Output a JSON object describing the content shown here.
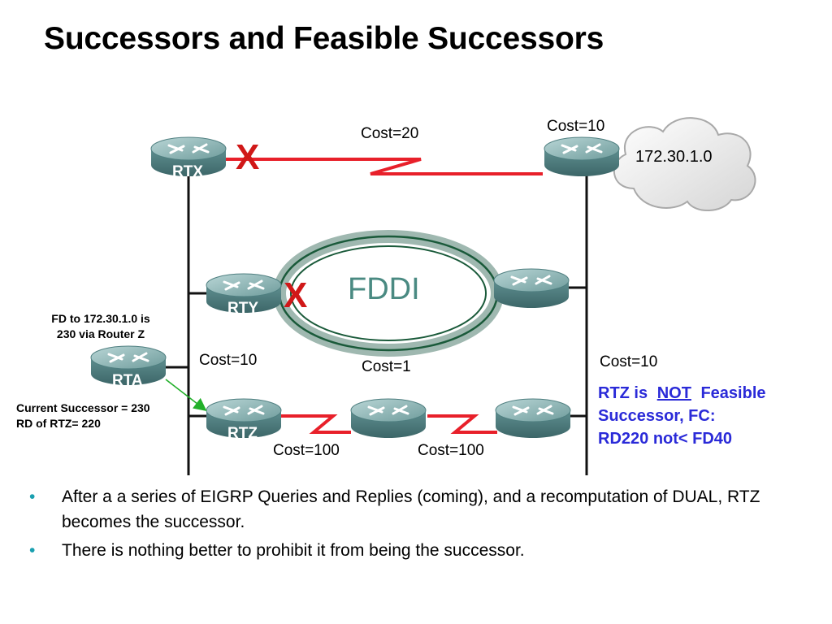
{
  "title": "Successors and Feasible Successors",
  "diagram": {
    "routers": {
      "rtx": "RTX",
      "rty": "RTY",
      "rta": "RTA",
      "rtz": "RTZ"
    },
    "network": "172.30.1.0",
    "ring_label": "FDDI",
    "failure_mark": "X",
    "costs": {
      "rtx_link": "Cost=20",
      "dest_link": "Cost=10",
      "ring": "Cost=1",
      "left_segment": "Cost=10",
      "right_segment": "Cost=10",
      "rtz_link_1": "Cost=100",
      "rtz_link_2": "Cost=100"
    },
    "rta_notes": {
      "fd_line1": "FD to 172.30.1.0 is",
      "fd_line2": "230 via Router Z",
      "successor_line1": "Current Successor = 230",
      "successor_line2": "RD of RTZ= 220"
    },
    "fc_note": {
      "prefix": "RTZ is",
      "emphasis": "NOT",
      "suffix": "Feasible",
      "line2": "Successor, FC:",
      "line3": "RD220 not< FD40"
    },
    "colors": {
      "link_red": "#e8202a",
      "failure_red": "#d01818",
      "note_blue": "#2a2ad8",
      "arrow_green": "#22b02a",
      "ring_green": "#1a5a3a",
      "ring_label": "#4a8a82",
      "router_teal": "#5f9090"
    }
  },
  "bullets": [
    "After a a series of EIGRP Queries and Replies (coming), and a recomputation of DUAL, RTZ becomes the successor.",
    "There is nothing better to prohibit it from being the successor."
  ],
  "bullet_marker": "•"
}
